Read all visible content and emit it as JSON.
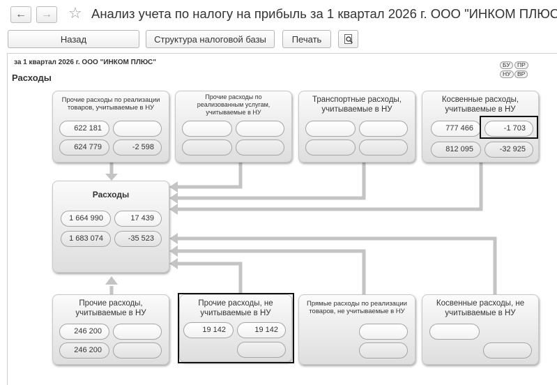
{
  "window": {
    "title": "Анализ учета по налогу на прибыль за 1 квартал 2026 г. ООО \"ИНКОМ ПЛЮС\""
  },
  "toolbar": {
    "back_label": "Назад",
    "structure_label": "Структура налоговой базы",
    "print_label": "Печать"
  },
  "report": {
    "subheader": "за 1 квартал 2026 г. ООО \"ИНКОМ ПЛЮС\"",
    "section_title": "Расходы",
    "tags": [
      "БУ",
      "ПР",
      "НУ",
      "ВР"
    ]
  },
  "cards": {
    "sales_expenses_nu": {
      "title": "Прочие расходы по реализации товаров, учитываемые в НУ",
      "r1c1": "622 181",
      "r1c2": "",
      "r2c1": "624 779",
      "r2c2": "-2 598"
    },
    "services_expenses_nu": {
      "title": "Прочие расходы по реализованным услугам, учитываемые в НУ",
      "r1c1": "",
      "r1c2": "",
      "r2c1": "",
      "r2c2": ""
    },
    "transport_nu": {
      "title": "Транспортные расходы, учитываемые в НУ",
      "r1c1": "",
      "r1c2": "",
      "r2c1": "",
      "r2c2": ""
    },
    "indirect_nu": {
      "title": "Косвенные расходы, учитываемые в НУ",
      "r1c1": "777 466",
      "r1c2": "-1 703",
      "r2c1": "812 095",
      "r2c2": "-32 925"
    },
    "expenses_total": {
      "title": "Расходы",
      "r1c1": "1 664 990",
      "r1c2": "17 439",
      "r2c1": "1 683 074",
      "r2c2": "-35 523"
    },
    "other_nu": {
      "title": "Прочие расходы, учитываемые в НУ",
      "r1c1": "246 200",
      "r1c2": "",
      "r2c1": "246 200",
      "r2c2": ""
    },
    "other_not_nu": {
      "title": "Прочие расходы, не учитываемые в НУ",
      "r1c1": "19 142",
      "r1c2": "19 142",
      "r2c2": ""
    },
    "direct_not_nu": {
      "title": "Прямые расходы по реализации товаров, не учитываемые в НУ",
      "r1c2": "",
      "r2c2": ""
    },
    "indirect_not_nu": {
      "title": "Косвенные расходы, не учитываемые в НУ",
      "r1c1": "",
      "r2c2": ""
    }
  }
}
